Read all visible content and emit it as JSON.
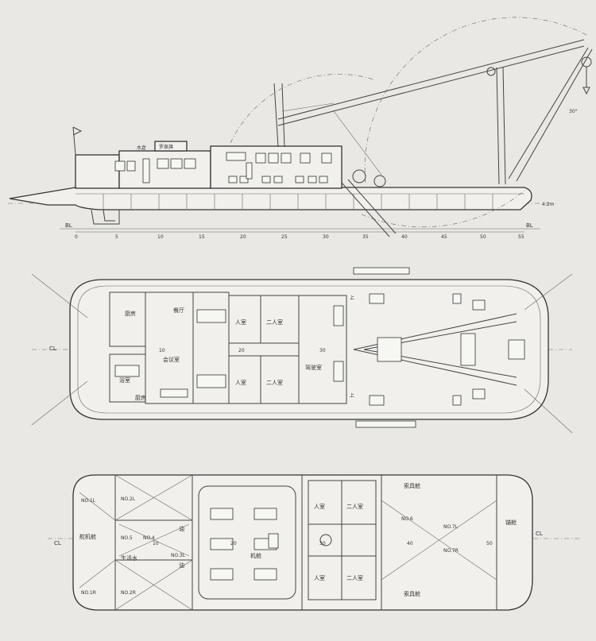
{
  "profile": {
    "labels": {
      "wheelhouse": "水倉",
      "mark": "罗泉旗",
      "bl_left": "BL",
      "bl_right": "BL",
      "draft": "4.2m",
      "angle": "30°"
    },
    "frames": [
      "0",
      "5",
      "10",
      "15",
      "20",
      "25",
      "30",
      "35",
      "40",
      "45",
      "50",
      "55"
    ]
  },
  "deck_plan": {
    "cl": "CL",
    "rooms": {
      "galley": "厨房",
      "dining": "餐厅",
      "meeting": "会议室",
      "bath": "浴室",
      "pantry": "厨房",
      "single_upper": "人室",
      "double_upper": "二人室",
      "single_lower": "人室",
      "double_lower": "二人室",
      "bridge": "驾驶室",
      "up_upper": "上",
      "up_lower": "上"
    },
    "frames": [
      "10",
      "20",
      "30"
    ]
  },
  "hold_plan": {
    "cl_left": "CL",
    "cl_right": "CL",
    "tanks": {
      "no2l": "NO.2L",
      "no1l": "NO.1L",
      "no5": "NO.5",
      "no4": "NO.4",
      "no3l": "NO.3L",
      "no1r": "NO.1R",
      "no2r": "NO.2R",
      "no6": "NO.6",
      "no7l": "NO.7L",
      "no7r": "NO.7R"
    },
    "rooms": {
      "steering": "舵机舱",
      "fresh_water": "生活水",
      "oil_a": "油",
      "oil_b": "油",
      "engine": "机舱",
      "single_a": "人室",
      "double_a": "二人室",
      "single_b": "人室",
      "double_b": "二人室",
      "stores_top": "索具舱",
      "stores_bottom": "索具舱",
      "chain": "锚舱"
    },
    "frames": [
      "10",
      "20",
      "30",
      "40",
      "50"
    ]
  }
}
